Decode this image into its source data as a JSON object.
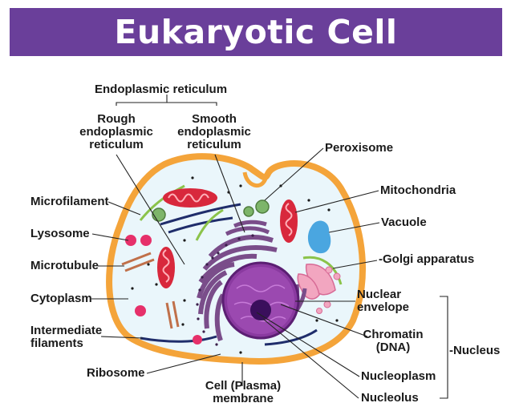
{
  "title": "Eukaryotic Cell",
  "labels": {
    "endoplasmic_reticulum": "Endoplasmic reticulum",
    "rough_er": [
      "Rough",
      "endoplasmic",
      "reticulum"
    ],
    "smooth_er": [
      "Smooth",
      "endoplasmic",
      "reticulum"
    ],
    "peroxisome": "Peroxisome",
    "mitochondria": "Mitochondria",
    "vacuole": "Vacuole",
    "golgi": "-Golgi apparatus",
    "microfilament": "Microfilament",
    "lysosome": "Lysosome",
    "microtubule": "Microtubule",
    "cytoplasm": "Cytoplasm",
    "intermediate_filaments": [
      "Intermediate",
      "filaments"
    ],
    "ribosome": "Ribosome",
    "cell_membrane": [
      "Cell (Plasma)",
      "membrane"
    ],
    "nuclear_envelope": [
      "Nuclear",
      "envelope"
    ],
    "chromatin": [
      "Chromatin",
      "(DNA)"
    ],
    "nucleoplasm": "Nucleoplasm",
    "nucleolus": "Nucleolus",
    "nucleus": "-Nucleus"
  },
  "colors": {
    "banner": "#6a3f9a",
    "cell_membrane": "#f4a43a",
    "cytoplasm": "#eaf6fb",
    "nucleus": "#8a3aa0",
    "nucleolus": "#3a0f5c",
    "er": "#7a4d8a",
    "mitochondria": "#d8283c",
    "peroxisome": "#7db56a",
    "vacuole": "#4aa6e0",
    "golgi": "#f2a6c0",
    "lysosome": "#e6306a"
  }
}
